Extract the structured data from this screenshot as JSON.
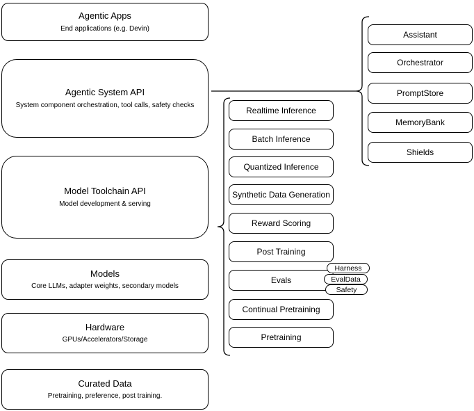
{
  "stack": [
    {
      "title": "Agentic Apps",
      "subtitle": "End applications (e.g. Devin)"
    },
    {
      "title": "Agentic System API",
      "subtitle": "System component orchestration, tool calls, safety checks"
    },
    {
      "title": "Model Toolchain API",
      "subtitle": "Model development & serving"
    },
    {
      "title": "Models",
      "subtitle": "Core LLMs, adapter weights, secondary models"
    },
    {
      "title": "Hardware",
      "subtitle": "GPUs/Accelerators/Storage"
    },
    {
      "title": "Curated Data",
      "subtitle": "Pretraining, preference, post training."
    }
  ],
  "toolchain": {
    "items": [
      "Realtime Inference",
      "Batch Inference",
      "Quantized Inference",
      "Synthetic Data Generation",
      "Reward Scoring",
      "Post Training",
      "Evals",
      "Continual Pretraining",
      "Pretraining"
    ]
  },
  "evals_tags": [
    "Harness",
    "EvalData",
    "Safety"
  ],
  "system_components": [
    "Assistant",
    "Orchestrator",
    "PromptStore",
    "MemoryBank",
    "Shields"
  ],
  "colors": {
    "stroke": "#000000",
    "fill": "#ffffff",
    "text": "#000000"
  }
}
